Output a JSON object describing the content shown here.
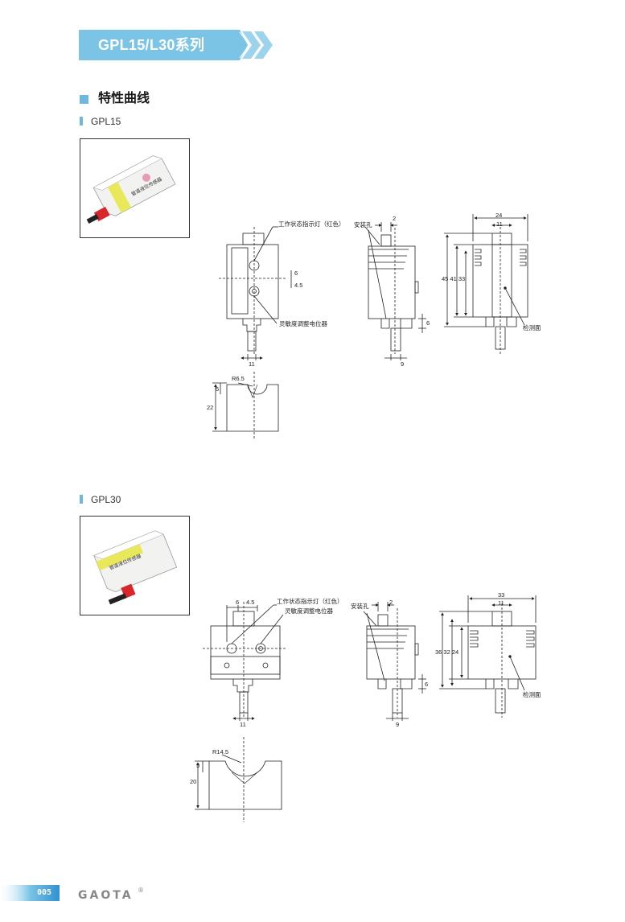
{
  "header": {
    "series_title": "GPL15/L30系列"
  },
  "section": {
    "title": "特性曲线"
  },
  "gpl15": {
    "label": "GPL15",
    "photo_text": "管道液位传感器",
    "callout_indicator": "工作状态指示灯（红色）",
    "callout_sensitivity": "灵敏度调整电位器",
    "callout_mount_hole": "安装孔",
    "callout_detect_face": "检测面",
    "dims": {
      "front_bottom": "11",
      "front_6": "6",
      "front_4_5": "4.5",
      "side_top": "2",
      "side_bottom": "9",
      "side_6": "6",
      "back_top_outer": "24",
      "back_top_inner": "11",
      "back_height": "45 41 33",
      "section_radius": "R6.5",
      "section_5": "5",
      "section_22": "22"
    }
  },
  "gpl30": {
    "label": "GPL30",
    "photo_text": "管道液位传感器",
    "callout_indicator": "工作状态指示灯（红色）",
    "callout_sensitivity": "灵敏度调整电位器",
    "callout_mount_hole": "安装孔",
    "callout_detect_face": "检测面",
    "dims": {
      "front_top_6": "6",
      "front_top_4_5": "4.5",
      "front_bottom": "11",
      "side_top": "2",
      "side_bottom": "9",
      "side_6": "6",
      "back_top_outer": "33",
      "back_top_inner": "11",
      "back_height": "36 32 24",
      "section_radius": "R14.5",
      "section_5": "5",
      "section_20": "20"
    }
  },
  "footer": {
    "page_number": "005",
    "brand": "GAOTA",
    "registered": "®"
  },
  "colors": {
    "accent": "#6db8de",
    "banner": "#7cc4e6",
    "footer": "#2f92d0"
  }
}
